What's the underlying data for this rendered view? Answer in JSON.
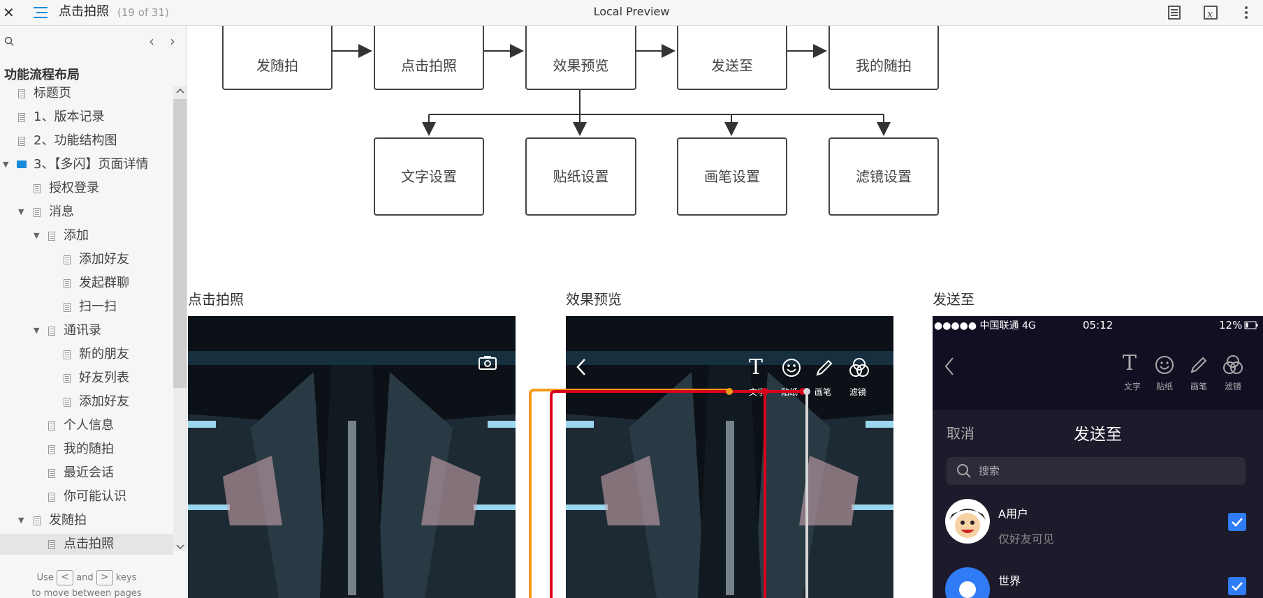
{
  "app": {
    "page_title": "点击拍照",
    "page_count": "(19 of 31)",
    "window_title": "Local Preview"
  },
  "sidebar": {
    "section_title": "功能流程布局",
    "items": [
      {
        "label": "标题页"
      },
      {
        "label": "1、版本记录"
      },
      {
        "label": "2、功能结构图"
      },
      {
        "label": "3、【多闪】页面详情"
      },
      {
        "label": "授权登录"
      },
      {
        "label": "消息"
      },
      {
        "label": "添加"
      },
      {
        "label": "添加好友"
      },
      {
        "label": "发起群聊"
      },
      {
        "label": "扫一扫"
      },
      {
        "label": "通讯录"
      },
      {
        "label": "新的朋友"
      },
      {
        "label": "好友列表"
      },
      {
        "label": "添加好友"
      },
      {
        "label": "个人信息"
      },
      {
        "label": "我的随拍"
      },
      {
        "label": "最近会话"
      },
      {
        "label": "你可能认识"
      },
      {
        "label": "发随拍"
      },
      {
        "label": "点击拍照"
      }
    ],
    "hint": {
      "use": "Use",
      "key_prev": "<",
      "and": "and",
      "key_next": ">",
      "keys": "keys",
      "line2": "to move between pages"
    }
  },
  "flow": {
    "row1": [
      "发随拍",
      "点击拍照",
      "效果预览",
      "发送至",
      "我的随拍"
    ],
    "row2": [
      "文字设置",
      "贴纸设置",
      "画笔设置",
      "滤镜设置"
    ]
  },
  "captions": {
    "shot1": "点击拍照",
    "shot2": "效果预览",
    "shot3": "发送至"
  },
  "preview_tools": [
    "文字",
    "贴纸",
    "画笔",
    "滤镜"
  ],
  "phone": {
    "status_carrier": "●●●●● 中国联通  4G",
    "status_time": "05:12",
    "status_battery": "12%",
    "tools": [
      "文字",
      "贴纸",
      "画笔",
      "滤镜"
    ],
    "cancel": "取消",
    "title": "发送至",
    "search_placeholder": "搜索",
    "users": [
      {
        "name": "A用户",
        "sub": "仅好友可见"
      },
      {
        "name": "世界",
        "sub": ""
      }
    ]
  },
  "colors": {
    "accent": "#1a8bd8",
    "check": "#2f7cf6",
    "connector_red": "#d9001b",
    "connector_orange": "#f39a1b",
    "connector_gray": "#d7d7d7"
  }
}
